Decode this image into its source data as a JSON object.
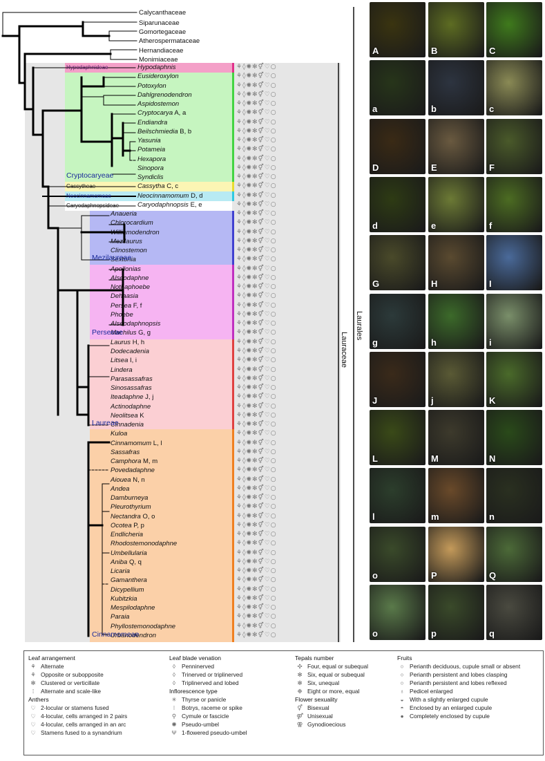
{
  "outgroups": [
    "Calycanthaceae",
    "Siparunaceae",
    "Gomortegaceae",
    "Atherospermataceae",
    "Hernandiaceae",
    "Monimiaceae"
  ],
  "genera": [
    {
      "name": "Hypodaphnis",
      "ref": ""
    },
    {
      "name": "Eusideroxylon",
      "ref": ""
    },
    {
      "name": "Potoxylon",
      "ref": ""
    },
    {
      "name": "Dahlgrenodendron",
      "ref": ""
    },
    {
      "name": "Aspidostemon",
      "ref": ""
    },
    {
      "name": "Cryptocarya",
      "ref": "A, a"
    },
    {
      "name": "Endiandra",
      "ref": ""
    },
    {
      "name": "Beilschmiedia",
      "ref": "B, b"
    },
    {
      "name": "Yasunia",
      "ref": ""
    },
    {
      "name": "Potameia",
      "ref": ""
    },
    {
      "name": "Hexapora",
      "ref": ""
    },
    {
      "name": "Sinopora",
      "ref": ""
    },
    {
      "name": "Syndiclis",
      "ref": ""
    },
    {
      "name": "Cassytha",
      "ref": "C, c"
    },
    {
      "name": "Neocinnamomum",
      "ref": "D, d"
    },
    {
      "name": "Caryodaphnopsis",
      "ref": "E, e"
    },
    {
      "name": "Anaueria",
      "ref": ""
    },
    {
      "name": "Chlorocardium",
      "ref": ""
    },
    {
      "name": "Williamodendron",
      "ref": ""
    },
    {
      "name": "Mezilaurus",
      "ref": ""
    },
    {
      "name": "Clinostemon",
      "ref": ""
    },
    {
      "name": "Sextonia",
      "ref": ""
    },
    {
      "name": "Apollonias",
      "ref": ""
    },
    {
      "name": "Alseodaphne",
      "ref": ""
    },
    {
      "name": "Nothaphoebe",
      "ref": ""
    },
    {
      "name": "Dehaasia",
      "ref": ""
    },
    {
      "name": "Persea",
      "ref": "F, f"
    },
    {
      "name": "Phoebe",
      "ref": ""
    },
    {
      "name": "Alseodaphnopsis",
      "ref": ""
    },
    {
      "name": "Machilus",
      "ref": "G, g"
    },
    {
      "name": "Laurus",
      "ref": "H, h"
    },
    {
      "name": "Dodecadenia",
      "ref": ""
    },
    {
      "name": "Litsea",
      "ref": "I, i"
    },
    {
      "name": "Lindera",
      "ref": ""
    },
    {
      "name": "Parasassafras",
      "ref": ""
    },
    {
      "name": "Sinosassafras",
      "ref": ""
    },
    {
      "name": "Iteadaphne",
      "ref": "J, j"
    },
    {
      "name": "Actinodaphne",
      "ref": ""
    },
    {
      "name": "Neolitsea",
      "ref": "K"
    },
    {
      "name": "Cinnadenia",
      "ref": ""
    },
    {
      "name": "Kuloa",
      "ref": ""
    },
    {
      "name": "Cinnamomum",
      "ref": "L, l"
    },
    {
      "name": "Sassafras",
      "ref": ""
    },
    {
      "name": "Camphora",
      "ref": "M, m"
    },
    {
      "name": "Povedadaphne",
      "ref": ""
    },
    {
      "name": "Aiouea",
      "ref": "N, n"
    },
    {
      "name": "Andea",
      "ref": ""
    },
    {
      "name": "Damburneya",
      "ref": ""
    },
    {
      "name": "Pleurothyrium",
      "ref": ""
    },
    {
      "name": "Nectandra",
      "ref": "O, o"
    },
    {
      "name": "Ocotea",
      "ref": "P, p"
    },
    {
      "name": "Endlicheria",
      "ref": ""
    },
    {
      "name": "Rhodostemonodaphne",
      "ref": ""
    },
    {
      "name": "Umbellularia",
      "ref": ""
    },
    {
      "name": "Aniba",
      "ref": "Q, q"
    },
    {
      "name": "Licaria",
      "ref": ""
    },
    {
      "name": "Gamanthera",
      "ref": ""
    },
    {
      "name": "Dicypellium",
      "ref": ""
    },
    {
      "name": "Kubitzkia",
      "ref": ""
    },
    {
      "name": "Mespilodaphne",
      "ref": ""
    },
    {
      "name": "Paraia",
      "ref": ""
    },
    {
      "name": "Phyllostemonodaphne",
      "ref": ""
    },
    {
      "name": "Urbanodendron",
      "ref": ""
    }
  ],
  "tribes": [
    {
      "name": "Hypodaphnideae",
      "color": "#f4a0c8"
    },
    {
      "name": "Cryptocaryeae",
      "color": "#c6f5c0"
    },
    {
      "name": "Cassytheae",
      "color": "#fbf5b4"
    },
    {
      "name": "Neocinnamomeae",
      "color": "#b8eaf3"
    },
    {
      "name": "Caryodaphnopsideae",
      "color": "#ffffff"
    },
    {
      "name": "Mezilaureae",
      "color": "#b5b8f4"
    },
    {
      "name": "Perseeae",
      "color": "#f6b4f2"
    },
    {
      "name": "Laureae",
      "color": "#fbcfd3"
    },
    {
      "name": "Cinnamomeae",
      "color": "#fbd0a8"
    }
  ],
  "family_labels": {
    "lauraceae": "Lauraceae",
    "laurales": "Laurales"
  },
  "photo_labels": [
    "A",
    "B",
    "C",
    "a",
    "b",
    "c",
    "D",
    "E",
    "F",
    "d",
    "e",
    "f",
    "G",
    "H",
    "I",
    "g",
    "h",
    "i",
    "J",
    "j",
    "K",
    "L",
    "M",
    "N",
    "l",
    "m",
    "n",
    "o",
    "P",
    "Q",
    "o",
    "p",
    "q"
  ],
  "photo_colors": [
    "#3a3410",
    "#5d6c22",
    "#3f7a1c",
    "#27351a",
    "#2d3440",
    "#8a8a55",
    "#3a2a15",
    "#6a5a40",
    "#4a5a2a",
    "#2e3b14",
    "#6c7a35",
    "#4c6c22",
    "#4a4a2a",
    "#5a4a30",
    "#4a6a9a",
    "#2c3a3a",
    "#3c6a2a",
    "#7a8f6a",
    "#3a2a1a",
    "#5a5a35",
    "#4a6a2a",
    "#3a4a18",
    "#3d3a2c",
    "#2a4a1a",
    "#2c3e2c",
    "#6a4a2a",
    "#2a3020",
    "#3a4a2a",
    "#c49a5a",
    "#4c6a38",
    "#5a7a4a",
    "#3a4a2a",
    "#4a4a40"
  ],
  "legend": {
    "leaf_arrangement": {
      "title": "Leaf arrangement",
      "items": [
        "Alternate",
        "Opposite or subopposite",
        "Clustered or verticillate",
        "Alternate and scale-like"
      ]
    },
    "anthers": {
      "title": "Anthers",
      "items": [
        "2-locular or stamens fused",
        "4-locular, cells arranged in 2 pairs",
        "4-locular, cells arranged in an arc",
        "Stamens fused to a synandrium"
      ]
    },
    "venation": {
      "title": "Leaf blade venation",
      "items": [
        "Penninerved",
        "Trinerved or triplinerved",
        "Triplinerved and lobed"
      ]
    },
    "inflorescence": {
      "title": "Inflorescence type",
      "items": [
        "Thyrse or panicle",
        "Botrys, raceme or spike",
        "Cymule or fascicle",
        "Pseudo-umbel",
        "1-flowered pseudo-umbel"
      ]
    },
    "tepals": {
      "title": "Tepals number",
      "items": [
        "Four, equal or subequal",
        "Six, equal or subequal",
        "Six, unequal",
        "Eight or more, equal"
      ]
    },
    "sexuality": {
      "title": "Flower sexuality",
      "items": [
        "Bisexual",
        "Unisexual",
        "Gynodioecious"
      ]
    },
    "fruits": {
      "title": "Fruits",
      "items": [
        "Perianth deciduous, cupule small or absent",
        "Perianth persistent and lobes clasping",
        "Perianth persistent and lobes reflexed",
        "Pedicel enlarged",
        "With a slightly enlarged cupule",
        "Enclosed by an enlarged cupule",
        "Completely enclosed by cupule"
      ]
    }
  }
}
